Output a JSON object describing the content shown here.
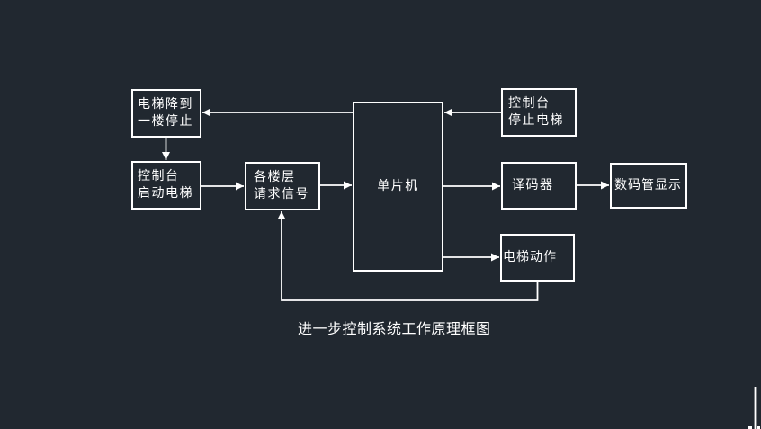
{
  "diagram": {
    "caption": "进一步控制系统工作原理框图",
    "colors": {
      "background": "#212830",
      "stroke": "#ffffff",
      "text": "#ffffff"
    },
    "boxes": [
      {
        "id": "elevator-down-stop",
        "lines": [
          "电梯降到",
          "一楼停止"
        ]
      },
      {
        "id": "console-start-elevator",
        "lines": [
          "控制台",
          "启动电梯"
        ]
      },
      {
        "id": "floor-request-signals",
        "lines": [
          "各楼层",
          "请求信号"
        ]
      },
      {
        "id": "mcu",
        "lines": [
          "单片机"
        ]
      },
      {
        "id": "console-stop-elevator",
        "lines": [
          "控制台",
          "停止电梯"
        ]
      },
      {
        "id": "decoder",
        "lines": [
          "译码器"
        ]
      },
      {
        "id": "digital-tube-display",
        "lines": [
          "数码管显示"
        ]
      },
      {
        "id": "elevator-action",
        "lines": [
          "电梯动作"
        ]
      }
    ],
    "edges": [
      {
        "from": "mcu",
        "to": "elevator-down-stop"
      },
      {
        "from": "elevator-down-stop",
        "to": "console-start-elevator"
      },
      {
        "from": "console-start-elevator",
        "to": "floor-request-signals"
      },
      {
        "from": "floor-request-signals",
        "to": "mcu"
      },
      {
        "from": "console-stop-elevator",
        "to": "mcu"
      },
      {
        "from": "mcu",
        "to": "decoder"
      },
      {
        "from": "decoder",
        "to": "digital-tube-display"
      },
      {
        "from": "mcu",
        "to": "elevator-action"
      },
      {
        "from": "elevator-action",
        "to": "floor-request-signals"
      }
    ]
  }
}
